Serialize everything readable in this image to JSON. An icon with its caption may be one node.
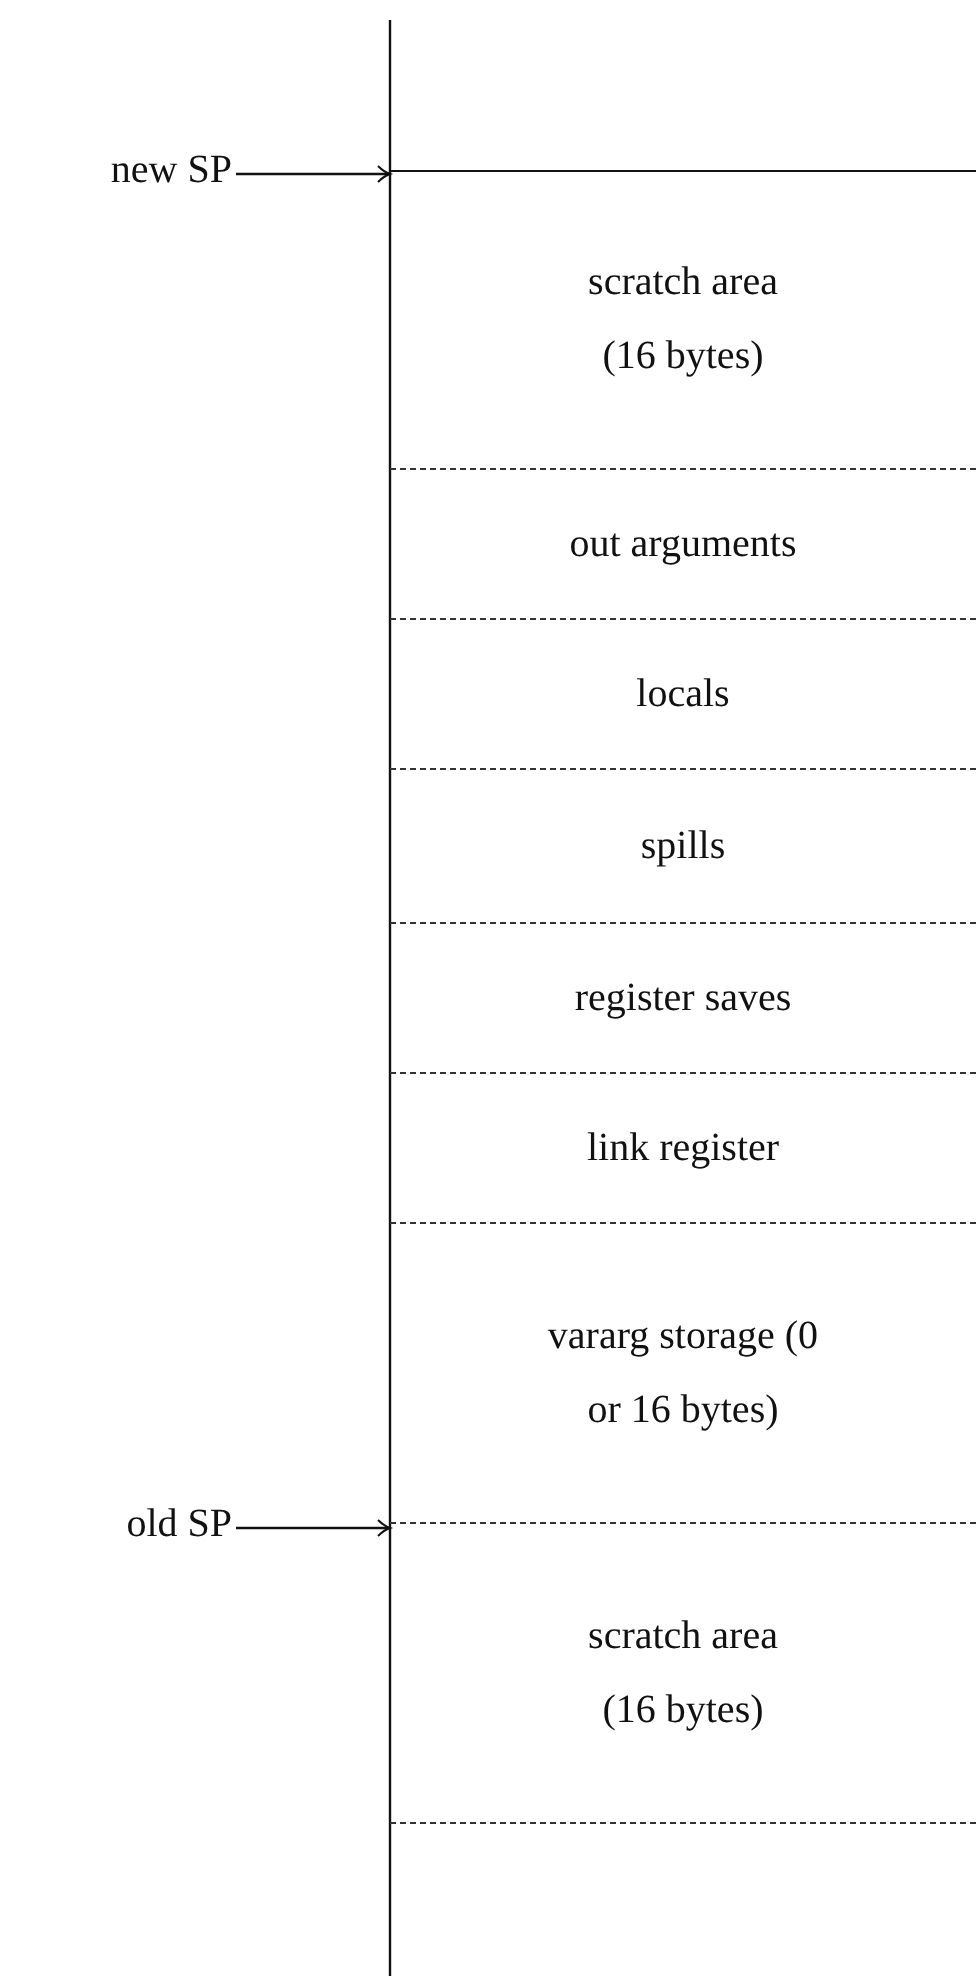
{
  "diagram": {
    "nodes": [
      {
        "text": [
          "new SP"
        ]
      },
      {
        "text": [
          "old SP"
        ]
      },
      {
        "text": [
          "scratch area (16 bytes)"
        ]
      },
      {
        "text": [
          "out arguments"
        ]
      },
      {
        "text": [
          "locals"
        ]
      },
      {
        "text": [
          "spills"
        ]
      },
      {
        "text": [
          "register saves"
        ]
      },
      {
        "text": [
          "link register"
        ]
      },
      {
        "text": [
          "vararg storage (0 or 16 bytes)"
        ]
      },
      {
        "text": [
          "scratch area (16 bytes)"
        ]
      }
    ],
    "edges": [
      {
        "from": 0,
        "to": 2,
        "arrow": "to"
      },
      {
        "from": 1,
        "to": 9,
        "arrow": "to"
      }
    ]
  }
}
